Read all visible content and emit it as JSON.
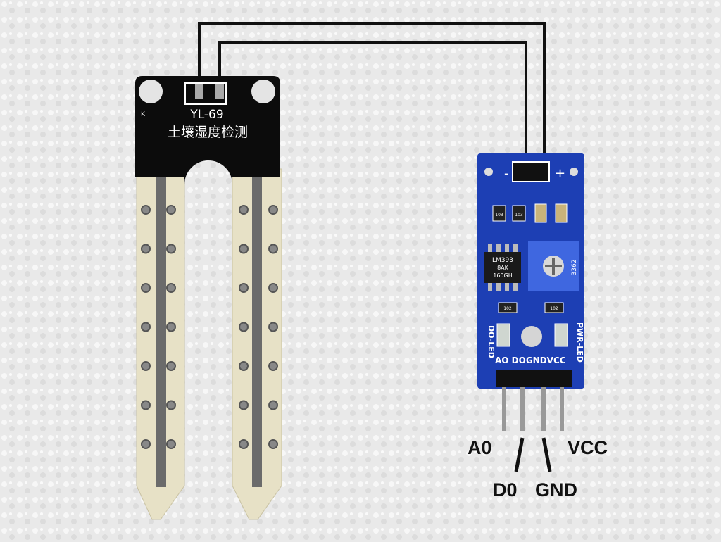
{
  "probe": {
    "model": "YL-69",
    "chinese_label": "土壤湿度检测",
    "corner_mark": "K"
  },
  "module": {
    "chip_lines": [
      "LM393",
      "8AK",
      "160GH"
    ],
    "resistors": [
      "103",
      "103",
      "102",
      "102"
    ],
    "pot_label": "3362",
    "pin_silkscreen": "AO DOGNDVCC",
    "led_left": "DO-LED",
    "led_right": "PWR-LED",
    "minus": "-",
    "plus": "+"
  },
  "pins": {
    "a0": "A0",
    "d0": "D0",
    "gnd": "GND",
    "vcc": "VCC"
  },
  "colors": {
    "background": "#e9e9e9",
    "probe_head": "#0c0c0c",
    "probe_board": "#e7e1c6",
    "module_board": "#1d3fb4",
    "wire": "#111111"
  }
}
